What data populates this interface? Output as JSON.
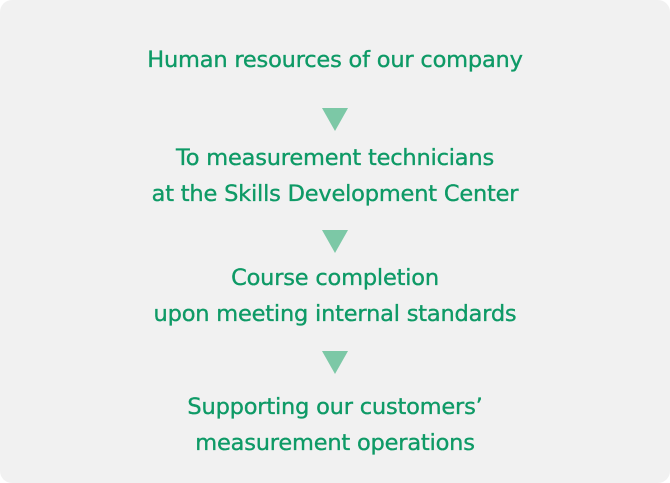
{
  "flow": {
    "steps": [
      {
        "lines": [
          "Human resources of our company"
        ]
      },
      {
        "lines": [
          "To measurement technicians",
          "at the Skills Development Center"
        ]
      },
      {
        "lines": [
          "Course completion",
          "upon meeting internal standards"
        ]
      },
      {
        "lines": [
          "Supporting our customers’",
          "measurement operations"
        ]
      }
    ],
    "arrow_icon": "down-triangle-icon"
  },
  "colors": {
    "text": "#0e9a66",
    "arrow": "#7cc8a6",
    "panel_background": "#f1f1f1"
  }
}
